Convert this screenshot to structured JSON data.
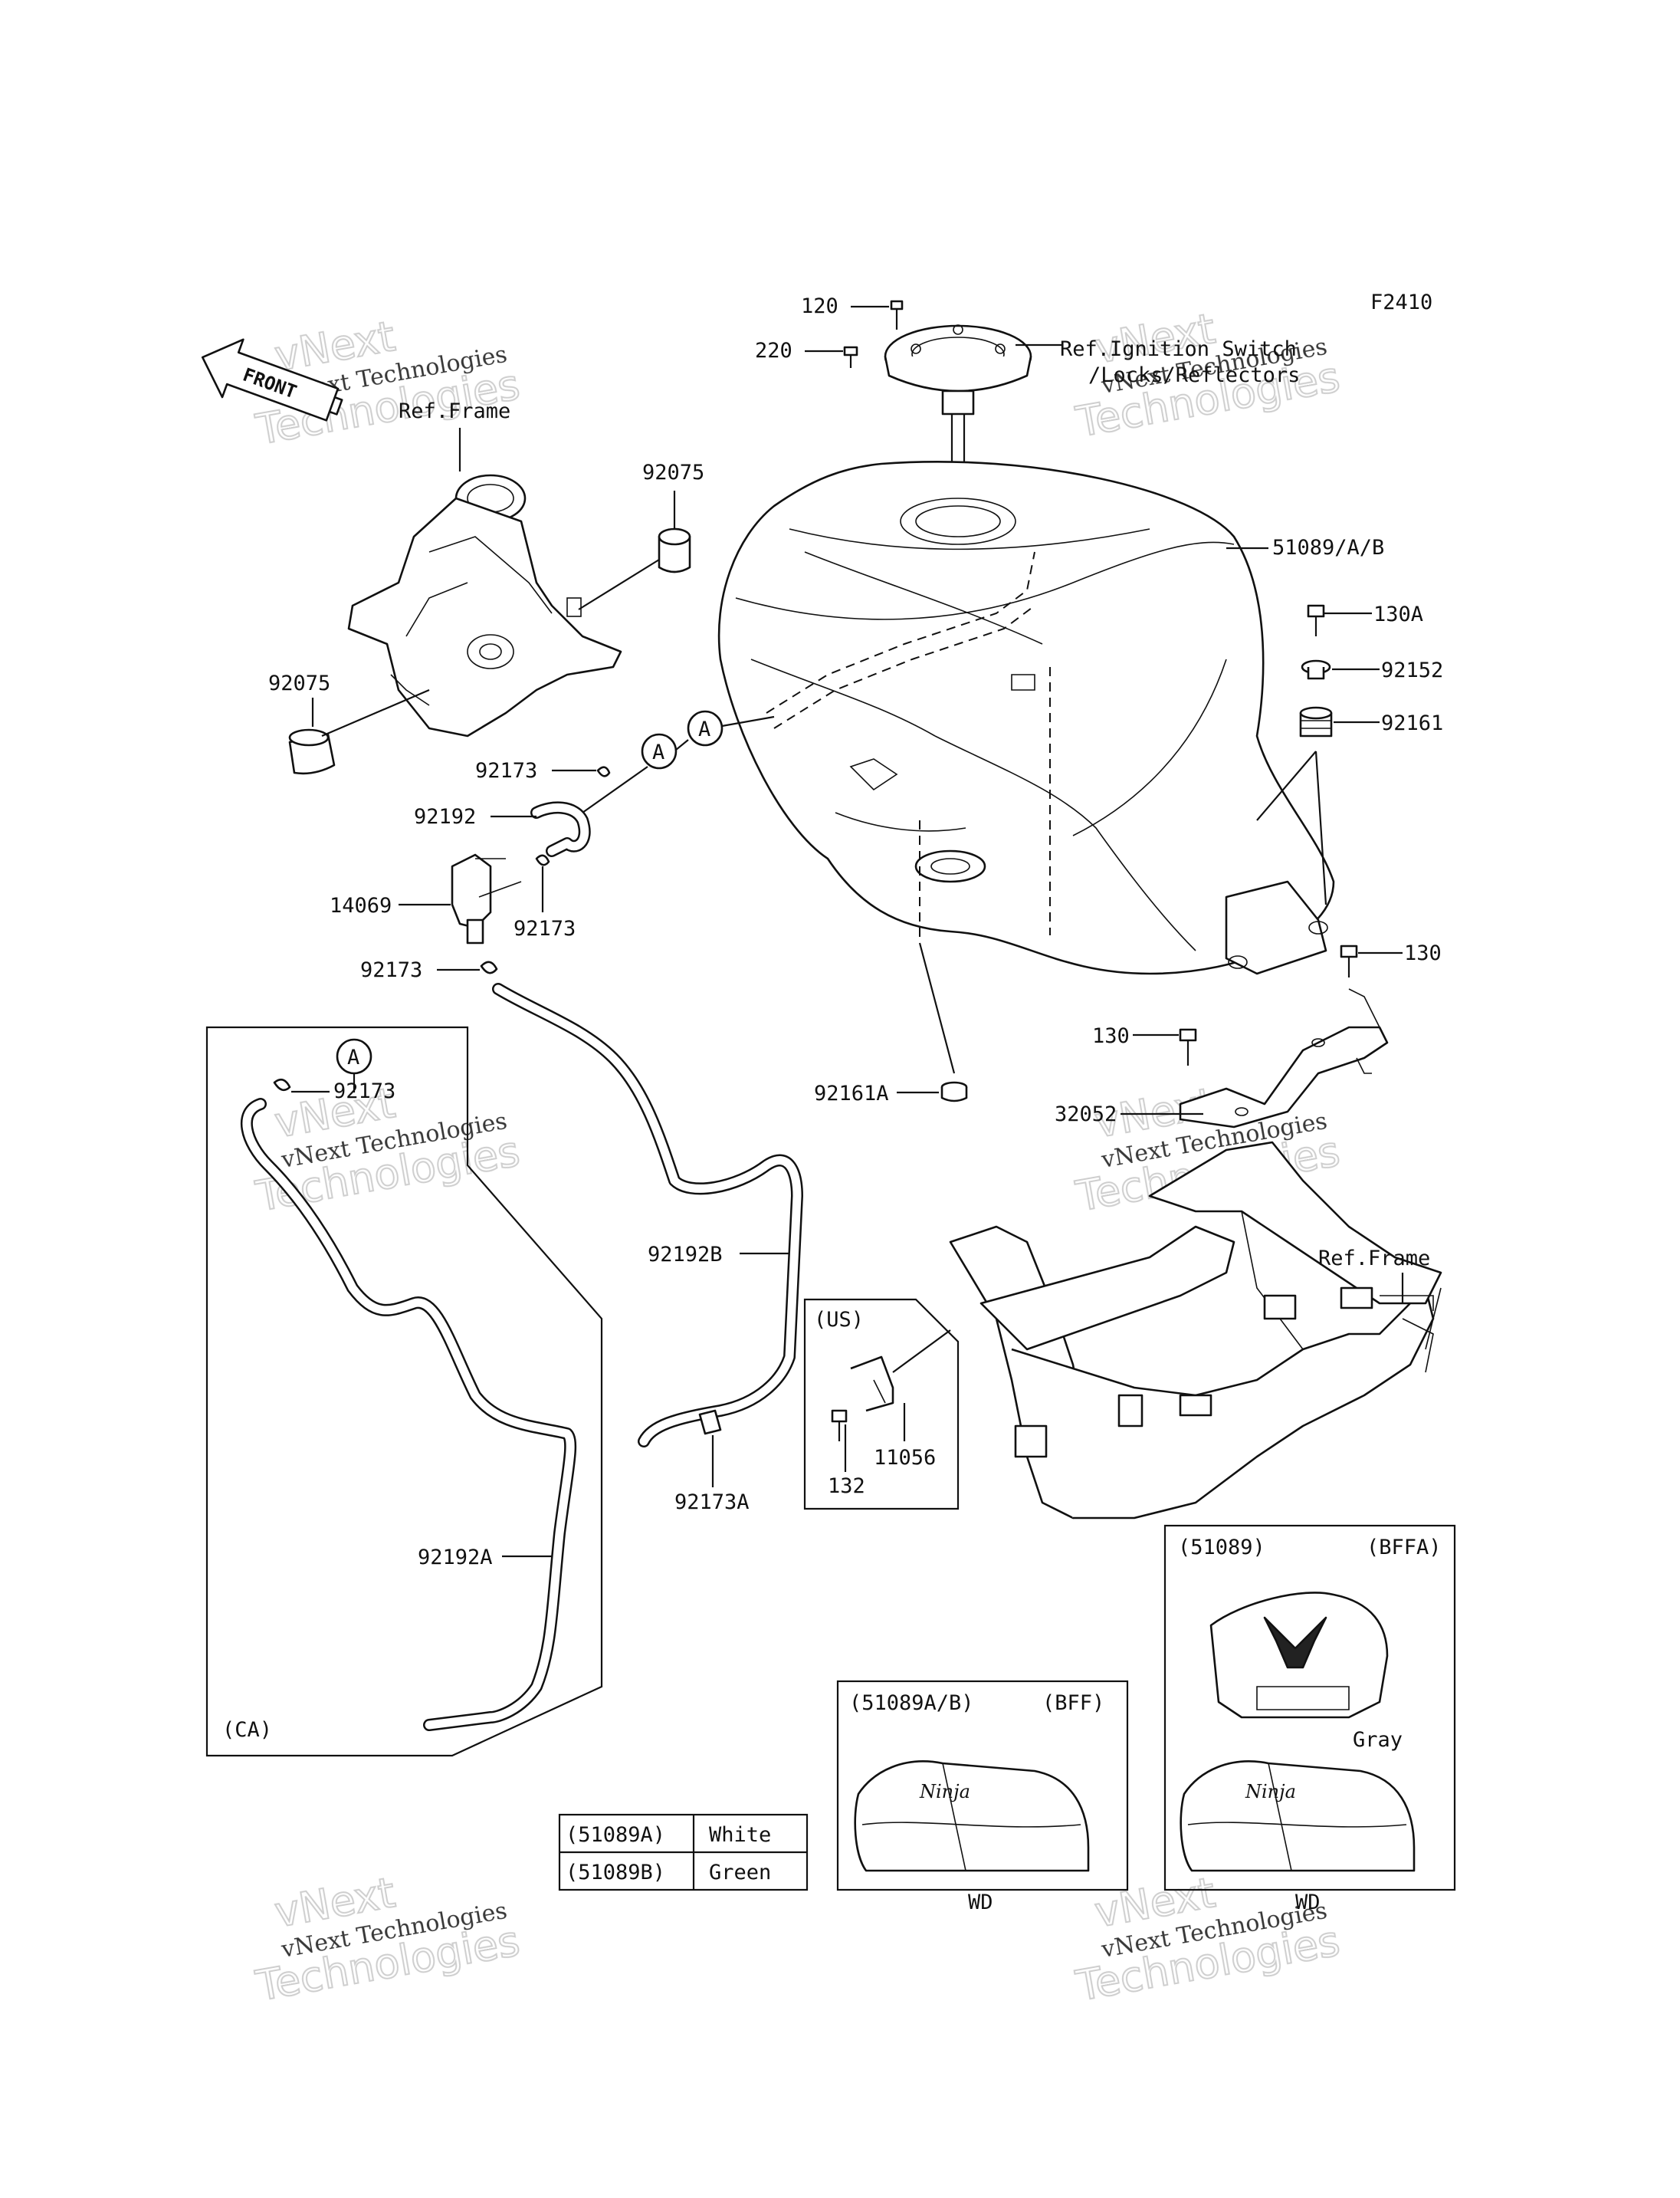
{
  "figure_code": "F2410",
  "front_arrow": "FRONT",
  "watermark": {
    "line1": "vNext Technologies",
    "line2": "Technologies",
    "line2_prefix": "vNext"
  },
  "callouts": {
    "p120": "120",
    "p220": "220",
    "ref_ignition_1": "Ref.Ignition Switch",
    "ref_ignition_2": "/Locks/Reflectors",
    "ref_frame_top": "Ref.Frame",
    "p92075_top": "92075",
    "p92075_left": "92075",
    "p51089": "51089/A/B",
    "p130A": "130A",
    "p92152": "92152",
    "p92161": "92161",
    "p92173_a": "92173",
    "p92192": "92192",
    "p14069": "14069",
    "p92173_b": "92173",
    "p92173_c": "92173",
    "p130_right": "130",
    "p130_mid": "130",
    "p32052": "32052",
    "p92161A": "92161A",
    "ref_frame_right": "Ref.Frame",
    "p92173_ca": "92173",
    "p92192B": "92192B",
    "p92173A": "92173A",
    "p92192A": "92192A",
    "ca": "(CA)",
    "us": "(US)",
    "p132": "132",
    "p11056": "11056",
    "circle_a": "A"
  },
  "color_table": {
    "rows": [
      {
        "code": "(51089A)",
        "color": "White"
      },
      {
        "code": "(51089B)",
        "color": "Green"
      }
    ]
  },
  "inset_bff": {
    "left": "(51089A/B)",
    "right": "(BFF)",
    "caption": "WD",
    "logo": "Ninja"
  },
  "inset_bffa": {
    "left": "(51089)",
    "right": "(BFFA)",
    "note": "Gray",
    "caption": "WD",
    "logo": "Ninja"
  }
}
